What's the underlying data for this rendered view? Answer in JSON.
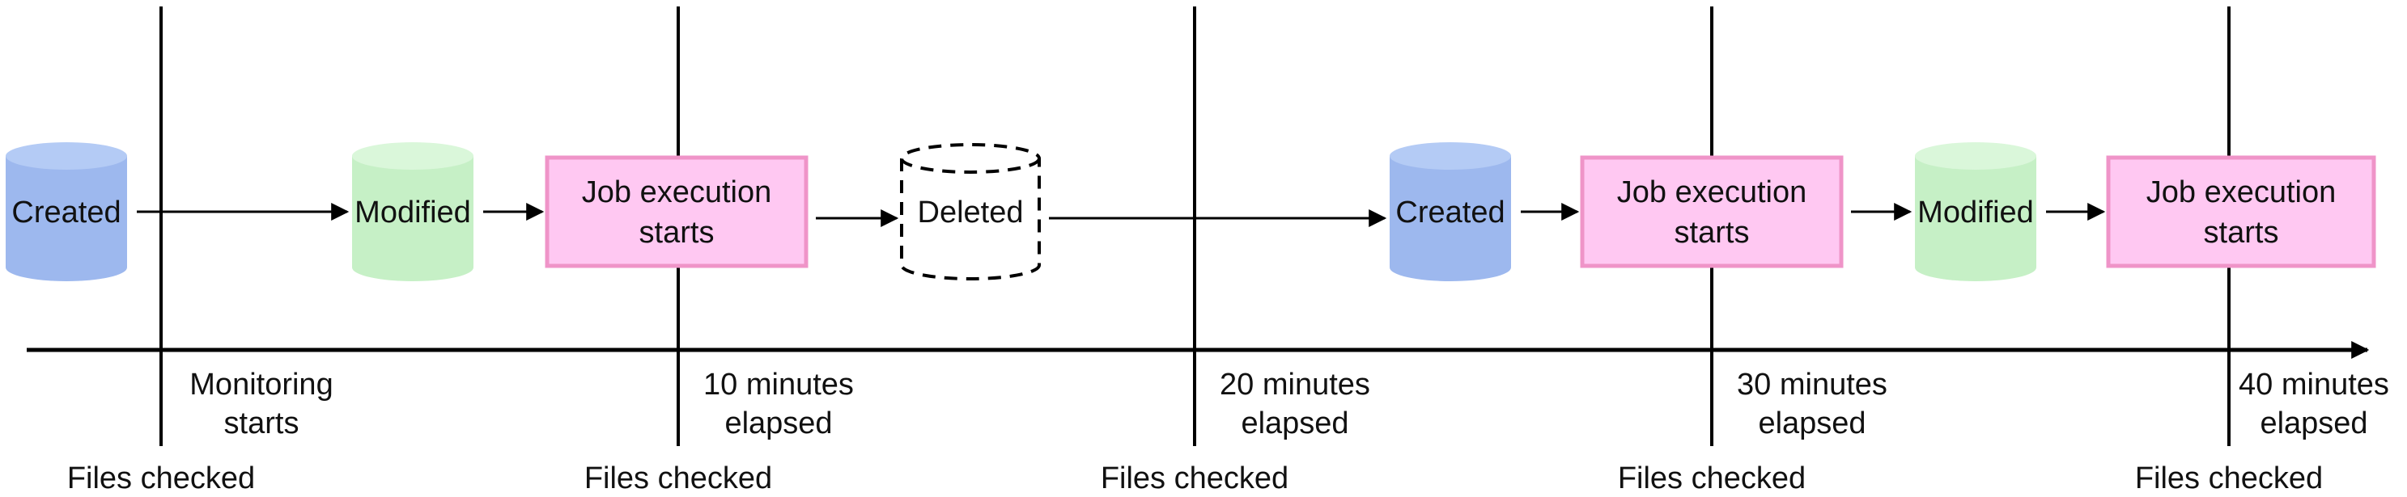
{
  "diagram": {
    "nodes": [
      {
        "id": "n1",
        "kind": "file",
        "state": "created",
        "label": "Created"
      },
      {
        "id": "n2",
        "kind": "file",
        "state": "modified",
        "label": "Modified"
      },
      {
        "id": "n3",
        "kind": "job",
        "lines": [
          "Job execution",
          "starts"
        ]
      },
      {
        "id": "n4",
        "kind": "file",
        "state": "deleted",
        "label": "Deleted"
      },
      {
        "id": "n5",
        "kind": "file",
        "state": "created",
        "label": "Created"
      },
      {
        "id": "n6",
        "kind": "job",
        "lines": [
          "Job execution",
          "starts"
        ]
      },
      {
        "id": "n7",
        "kind": "file",
        "state": "modified",
        "label": "Modified"
      },
      {
        "id": "n8",
        "kind": "job",
        "lines": [
          "Job execution",
          "starts"
        ]
      }
    ],
    "edges": [
      {
        "from": "n1",
        "to": "n2"
      },
      {
        "from": "n2",
        "to": "n3"
      },
      {
        "from": "n3",
        "to": "n4"
      },
      {
        "from": "n4",
        "to": "n5"
      },
      {
        "from": "n5",
        "to": "n6"
      },
      {
        "from": "n6",
        "to": "n7"
      },
      {
        "from": "n7",
        "to": "n8"
      }
    ],
    "timeline": {
      "checkpoints": [
        {
          "lines": [
            "Monitoring",
            "starts"
          ],
          "check_label": "Files checked"
        },
        {
          "lines": [
            "10 minutes",
            "elapsed"
          ],
          "check_label": "Files checked"
        },
        {
          "lines": [
            "20 minutes",
            "elapsed"
          ],
          "check_label": "Files checked"
        },
        {
          "lines": [
            "30 minutes",
            "elapsed"
          ],
          "check_label": "Files checked"
        },
        {
          "lines": [
            "40 minutes",
            "elapsed"
          ],
          "check_label": "Files checked"
        }
      ]
    },
    "colors": {
      "created_fill": "#9db8ee",
      "created_top": "#b4cbf5",
      "modified_fill": "#c6f0c6",
      "modified_top": "#daf7da",
      "job_fill": "#ffc8f2",
      "job_border": "#ef94c8",
      "line": "#000000"
    }
  }
}
